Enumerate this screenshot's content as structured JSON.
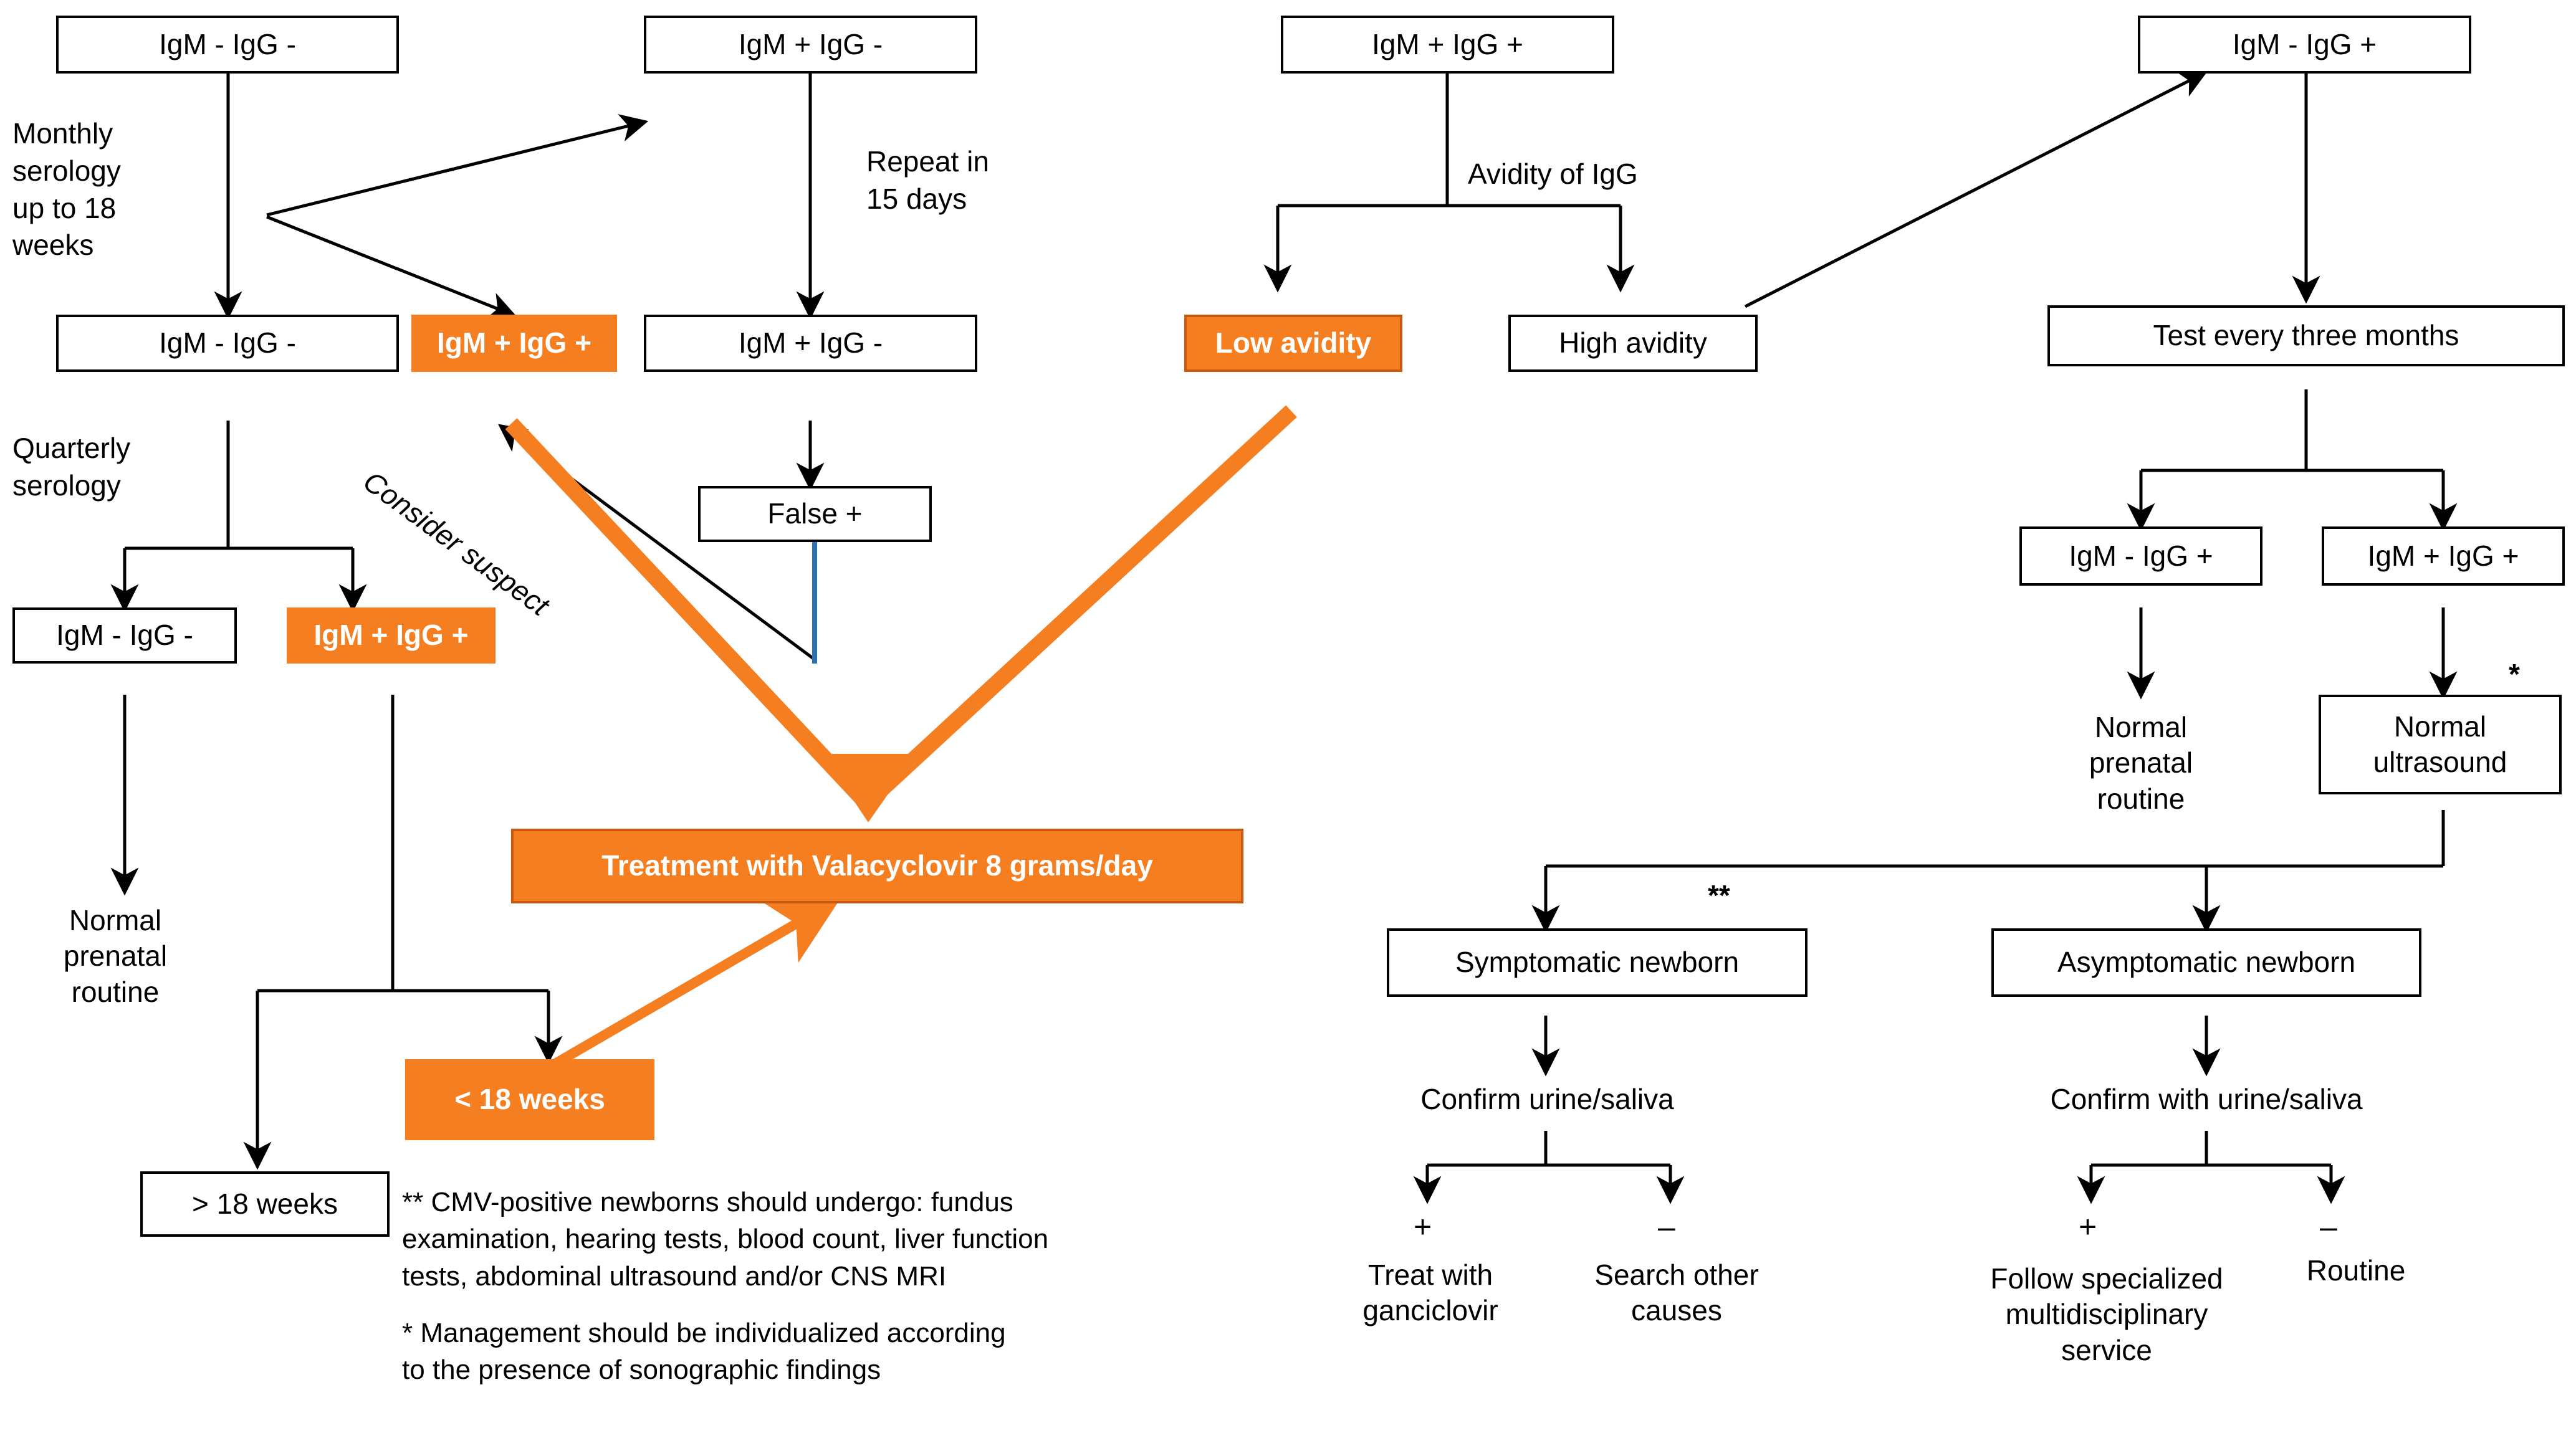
{
  "meta": {
    "title": "Congenital CMV serology management flowchart",
    "colors": {
      "accent": "#F57F20",
      "accent_border": "#C75A10",
      "line": "#000000",
      "blue_line": "#2E74B5"
    }
  },
  "nodes": {
    "top_igm_neg_igg_neg": "IgM -  IgG -",
    "top_igm_pos_igg_neg": "IgM +  IgG -",
    "top_igm_pos_igg_pos": "IgM +  IgG +",
    "top_igm_neg_igg_pos": "IgM -  IgG +",
    "row2_igm_neg_igg_neg": "IgM -  IgG -",
    "row2_igm_pos_igg_pos": "IgM + IgG +",
    "row2_igm_pos_igg_neg": "IgM +  IgG -",
    "low_avidity": "Low avidity",
    "high_avidity": "High avidity",
    "test_every_three_months": "Test every three months",
    "false_positive": "False +",
    "quarterly_igm_neg_igg_neg": "IgM - IgG -",
    "quarterly_igm_pos_igg_pos": "IgM + IgG +",
    "normal_prenatal_routine_left": "Normal\nprenatal\nroutine",
    "treatment": "Treatment with Valacyclovir 8 grams/day",
    "less_18_weeks": "< 18 weeks",
    "greater_18_weeks": "> 18 weeks",
    "branch_igm_neg_igg_pos": "IgM - IgG +",
    "branch_igm_pos_igg_pos": "IgM + IgG +",
    "normal_prenatal_routine_right": "Normal\nprenatal\nroutine",
    "normal_ultrasound": "Normal\nultrasound",
    "symptomatic_newborn": "Symptomatic newborn",
    "asymptomatic_newborn": "Asymptomatic newborn",
    "confirm_urine_saliva_left": "Confirm urine/saliva",
    "confirm_urine_saliva_right": "Confirm with urine/saliva",
    "treat_with_ganciclovir": "Treat with\nganciclovir",
    "search_other_causes": "Search other\ncauses",
    "follow_specialized": "Follow specialized\nmultidisciplinary\nservice",
    "routine": "Routine"
  },
  "edge_labels": {
    "monthly_serology": "Monthly\nserology\nup to 18\nweeks",
    "repeat_15_days": "Repeat in\n15 days",
    "avidity_of_igg": "Avidity of IgG",
    "quarterly_serology": "Quarterly\nserology",
    "consider_suspect": "Consider suspect"
  },
  "signs": {
    "sym_plus": "+",
    "sym_minus": "–",
    "asym_plus": "+",
    "asym_minus": "–"
  },
  "markers": {
    "double_star": "**",
    "single_star": "*"
  },
  "footnotes": [
    "** CMV-positive newborns should undergo: fundus\nexamination, hearing tests, blood count, liver function\ntests, abdominal ultrasound and/or CNS MRI",
    "* Management should be individualized according\nto the presence of sonographic findings"
  ]
}
